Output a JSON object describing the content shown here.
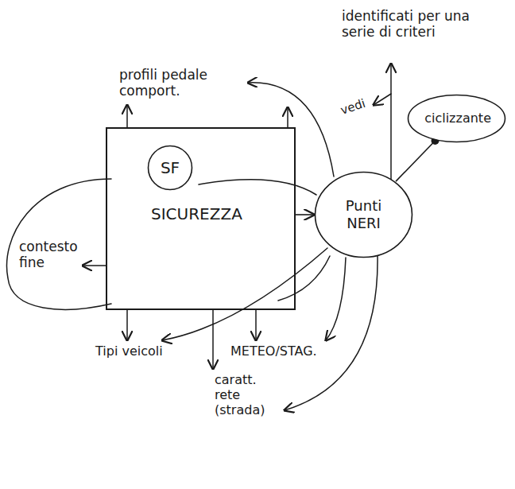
{
  "diagram": {
    "nodes": [
      {
        "text": [
          "SICUREZZA"
        ]
      },
      {
        "text": [
          "SF"
        ],
        "in": 0
      },
      {
        "text": [
          "Punti NERI"
        ]
      },
      {
        "text": [
          "ciclizzante"
        ]
      }
    ],
    "edges": [
      {
        "from": 0,
        "to": 2,
        "arrow": "to"
      },
      {
        "from": 3,
        "to": 2,
        "arrow": "none"
      }
    ],
    "labels": [
      "profili pedale comport.",
      "identificati per una serie di criteri",
      "vedi",
      "contesto fine",
      "Tipi veicoli",
      "METEO/STAG.",
      "caratt. rete (strada)"
    ]
  }
}
